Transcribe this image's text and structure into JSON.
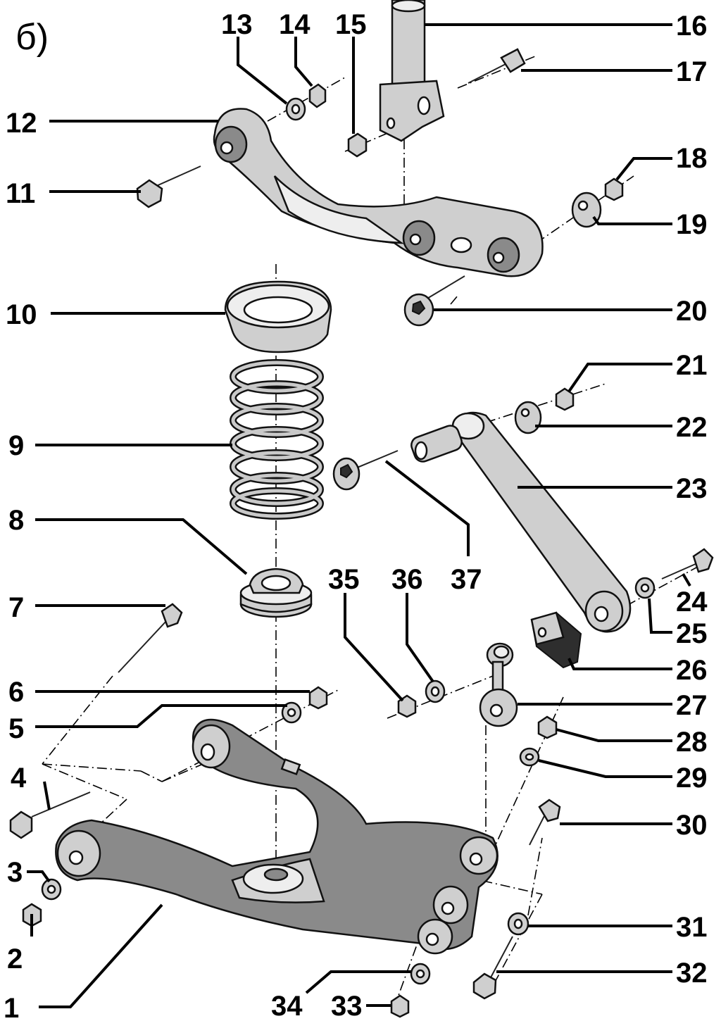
{
  "title": "б)",
  "labels": {
    "l1": "1",
    "l2": "2",
    "l3": "3",
    "l4": "4",
    "l5": "5",
    "l6": "6",
    "l7": "7",
    "l8": "8",
    "l9": "9",
    "l10": "10",
    "l11": "11",
    "l12": "12",
    "l13": "13",
    "l14": "14",
    "l15": "15",
    "l16": "16",
    "l17": "17",
    "l18": "18",
    "l19": "19",
    "l20": "20",
    "l21": "21",
    "l22": "22",
    "l23": "23",
    "l24": "24",
    "l25": "25",
    "l26": "26",
    "l27": "27",
    "l28": "28",
    "l29": "29",
    "l30": "30",
    "l31": "31",
    "l32": "32",
    "l33": "33",
    "l34": "34",
    "l35": "35",
    "l36": "36",
    "l37": "37"
  }
}
